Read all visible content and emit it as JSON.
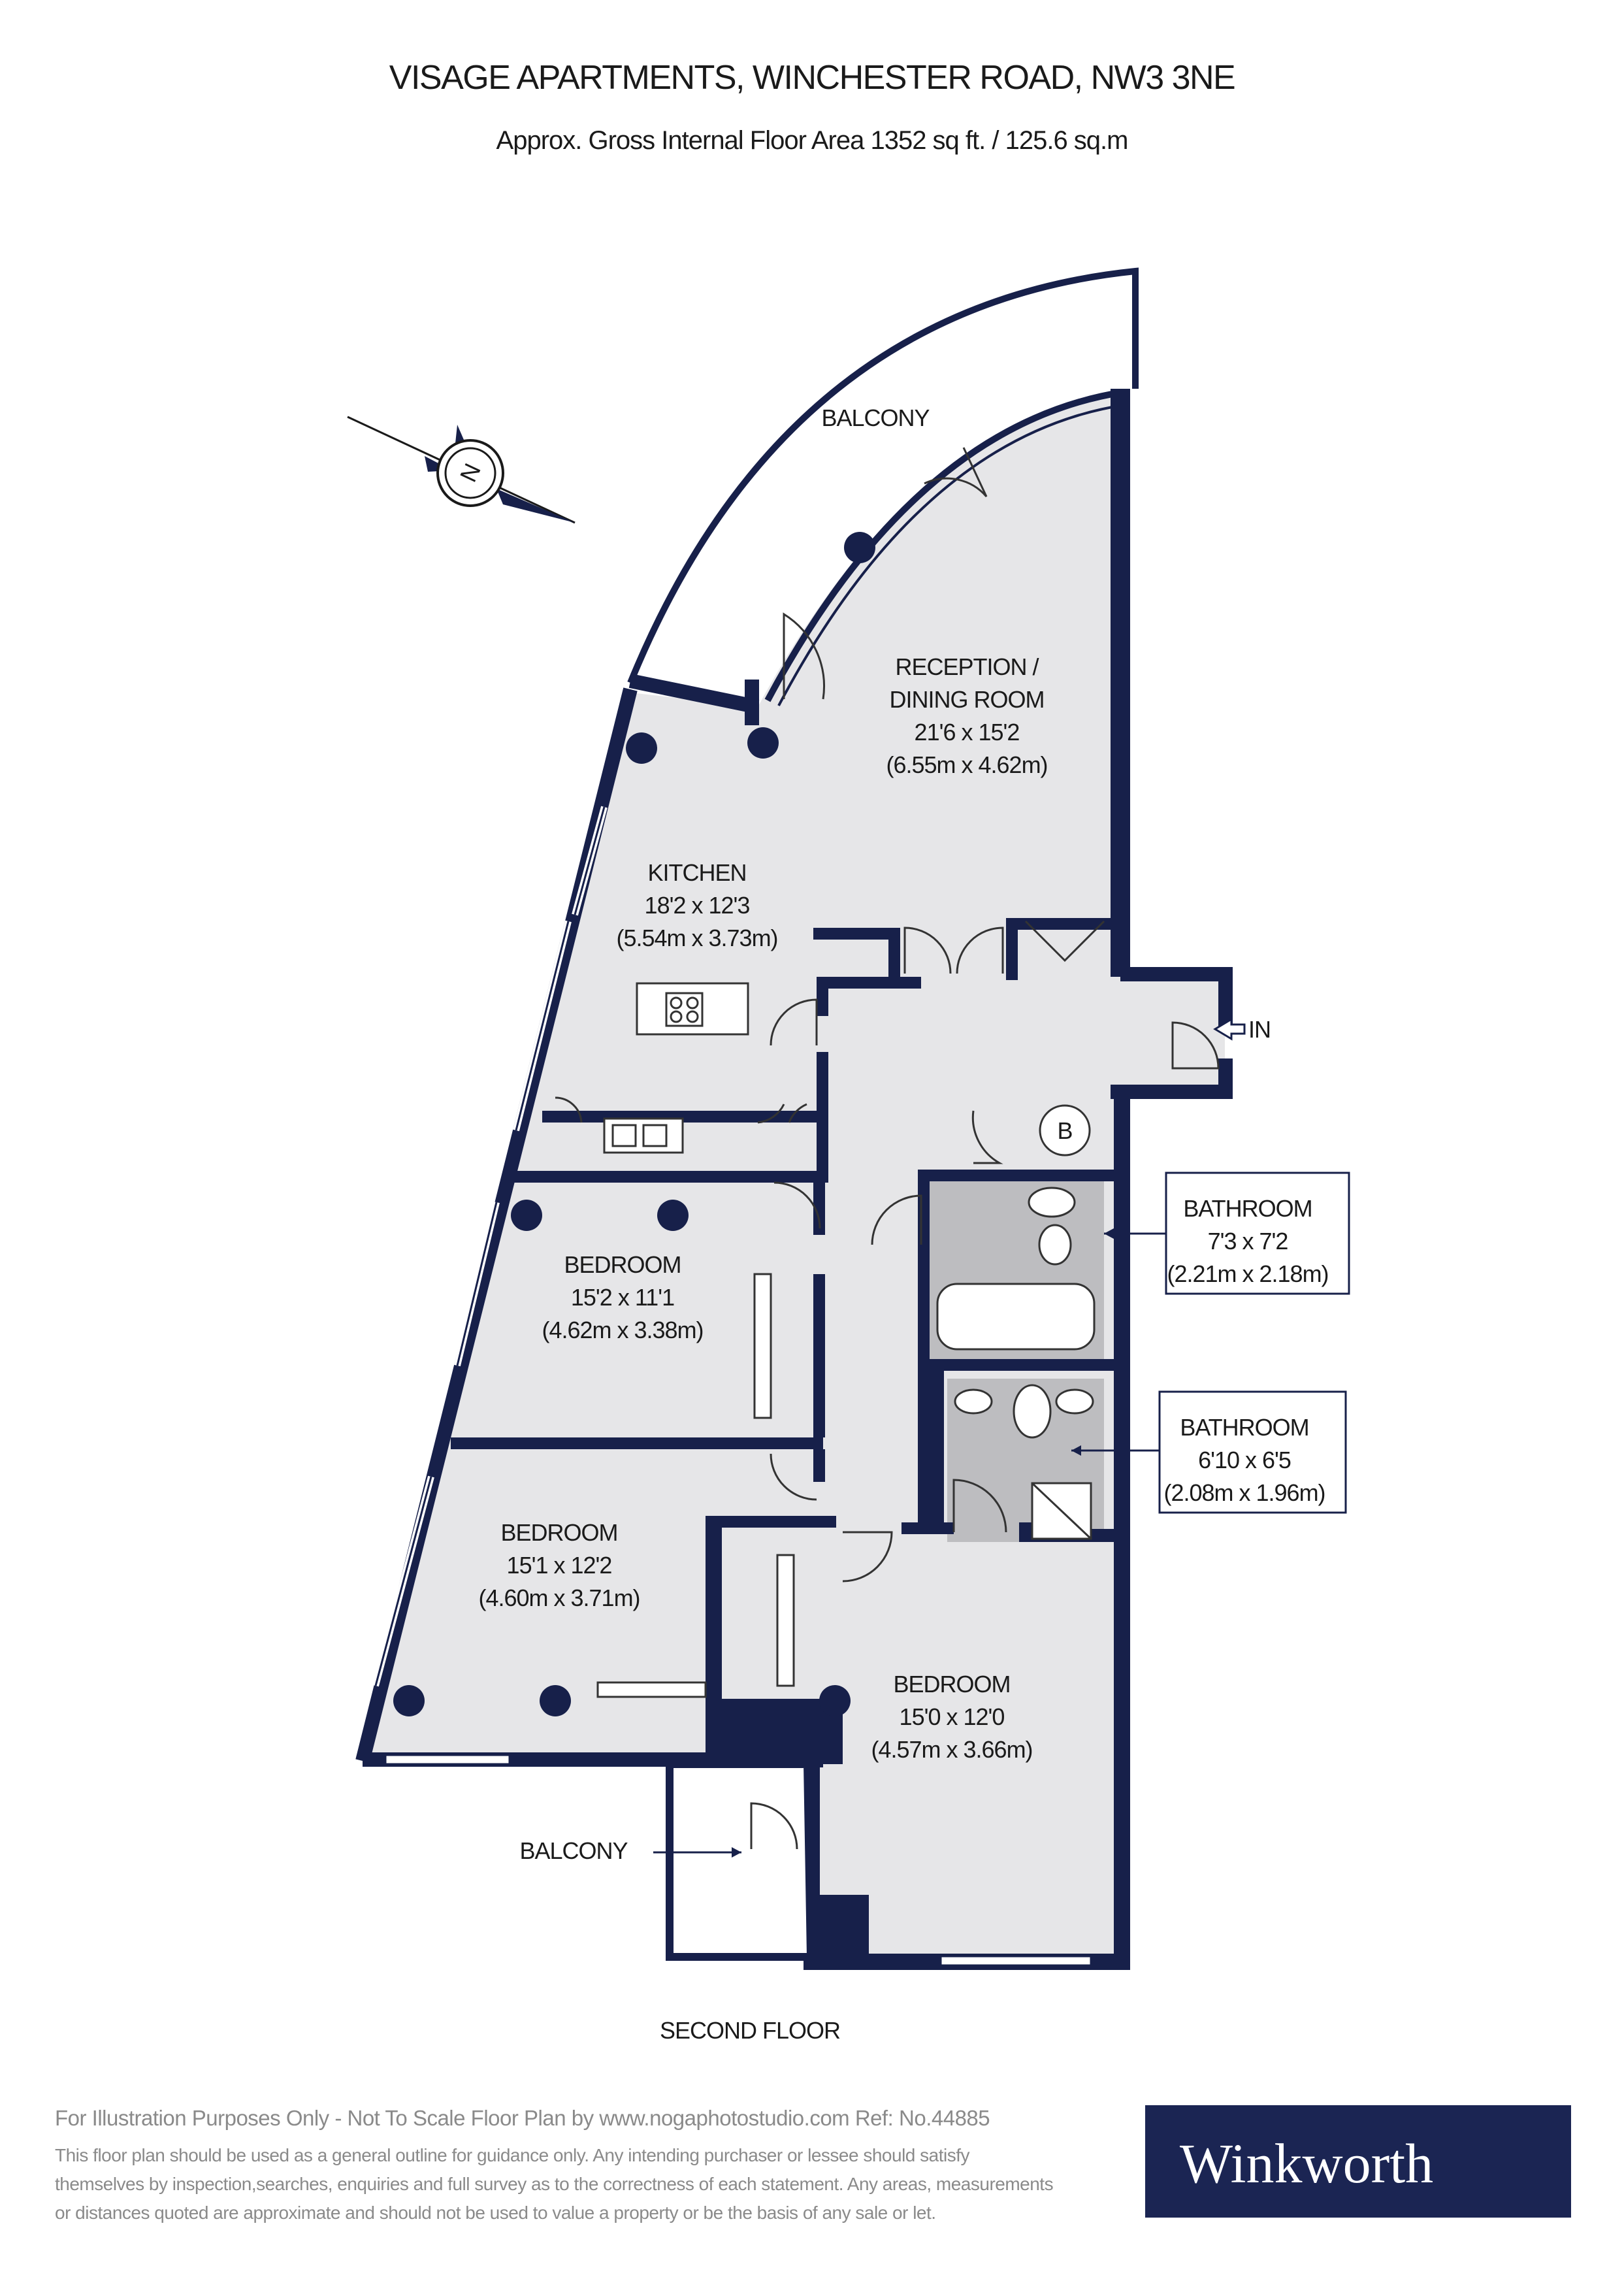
{
  "header": {
    "title": "VISAGE APARTMENTS, WINCHESTER ROAD, NW3 3NE",
    "area": "Approx. Gross Internal Floor Area 1352 sq ft. / 125.6 sq.m"
  },
  "compass": {
    "label": "N"
  },
  "rooms": {
    "balcony_top": "BALCONY",
    "reception": {
      "name1": "RECEPTION /",
      "name2": "DINING ROOM",
      "imperial": "21'6 x 15'2",
      "metric": "(6.55m x 4.62m)"
    },
    "kitchen": {
      "name": "KITCHEN",
      "imperial": "18'2 x 12'3",
      "metric": "(5.54m x 3.73m)"
    },
    "bedroom1": {
      "name": "BEDROOM",
      "imperial": "15'2 x 11'1",
      "metric": "(4.62m x 3.38m)"
    },
    "bedroom2": {
      "name": "BEDROOM",
      "imperial": "15'1 x 12'2",
      "metric": "(4.60m x 3.71m)"
    },
    "bedroom3": {
      "name": "BEDROOM",
      "imperial": "15'0 x 12'0",
      "metric": "(4.57m x 3.66m)"
    },
    "bathroom1": {
      "name": "BATHROOM",
      "imperial": "7'3 x 7'2",
      "metric": "(2.21m x 2.18m)"
    },
    "bathroom2": {
      "name": "BATHROOM",
      "imperial": "6'10 x 6'5",
      "metric": "(2.08m x 1.96m)"
    },
    "balcony_bottom": "BALCONY",
    "entrance": "IN",
    "boiler": "B"
  },
  "floor_label": "SECOND FLOOR",
  "footer": {
    "line1": "For Illustration Purposes Only - Not To Scale   Floor Plan by www.nogaphotostudio.com   Ref: No.44885",
    "line2": "This floor plan should be used as a general outline for guidance only. Any intending purchaser or lessee should satisfy",
    "line3": "themselves by inspection,searches, enquiries and full survey as to the correctness of each statement. Any areas, measurements",
    "line4": "or distances quoted are approximate and should not be used to value a property or be the basis of any sale or let."
  },
  "logo": {
    "text": "Winkworth"
  },
  "colors": {
    "wall": "#17204a",
    "floor": "#e6e6e8",
    "wet_room": "#bdbdc0",
    "logo_bg": "#1b2553"
  }
}
